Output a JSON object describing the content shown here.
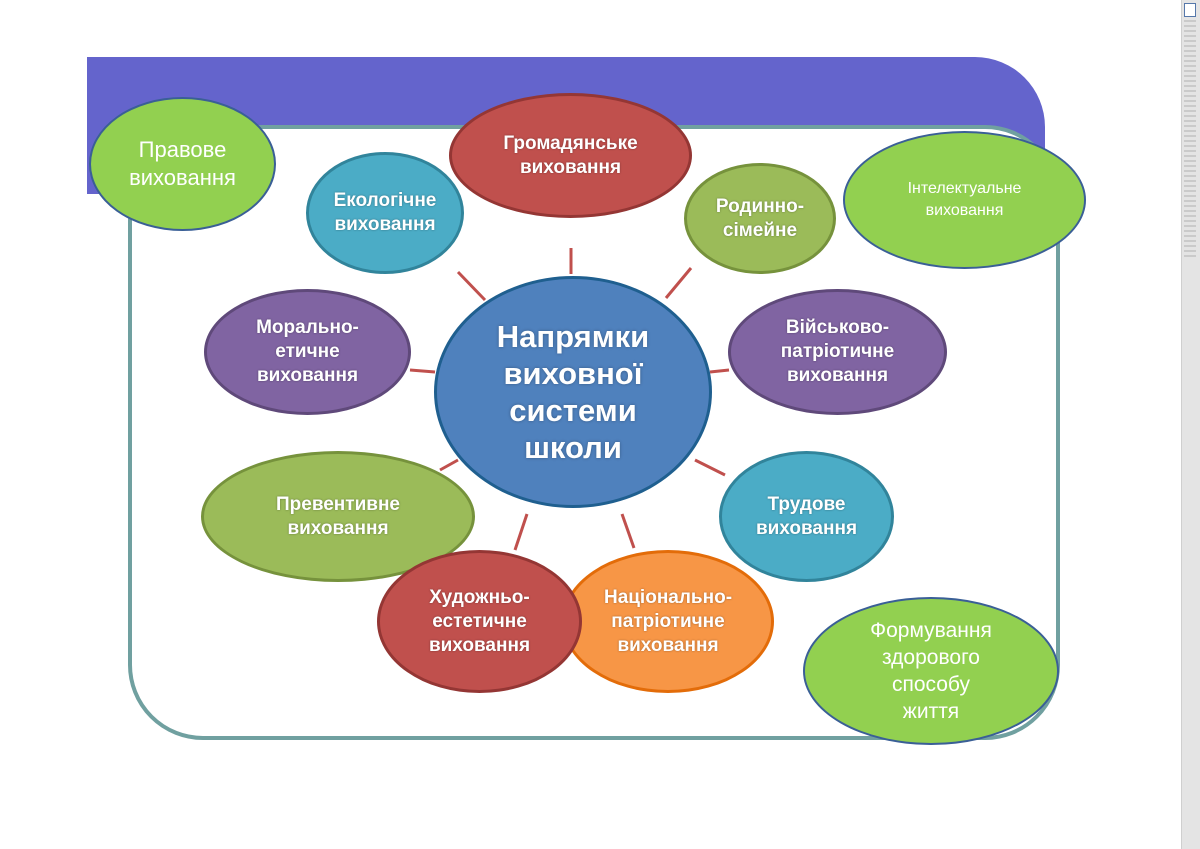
{
  "diagram": {
    "center": {
      "label": "Напрямки\nвиховної\nсистеми\nшколи",
      "color": "#4f81bd"
    },
    "directions": [
      {
        "key": "civic",
        "label": "Громадянське\nвиховання",
        "color": "#c0504d"
      },
      {
        "key": "ecological",
        "label": "Екологічне\nвиховання",
        "color": "#4bacc6"
      },
      {
        "key": "family",
        "label": "Родинно-\nсімейне",
        "color": "#9bbb59"
      },
      {
        "key": "moral",
        "label": "Морально-\nетичне\nвиховання",
        "color": "#8064a2"
      },
      {
        "key": "military",
        "label": "Військово-\nпатріотичне\nвиховання",
        "color": "#8064a2"
      },
      {
        "key": "preventive",
        "label": "Превентивне\nвиховання",
        "color": "#9bbb59"
      },
      {
        "key": "labor",
        "label": "Трудове\nвиховання",
        "color": "#4bacc6"
      },
      {
        "key": "artistic",
        "label": "Художньо-\nестетичне\nвиховання",
        "color": "#c0504d"
      },
      {
        "key": "national",
        "label": "Національно-\nпатріотичне\nвиховання",
        "color": "#f79646"
      }
    ],
    "extras": [
      {
        "key": "legal",
        "label": "Правове\nвиховання",
        "color": "#92d050"
      },
      {
        "key": "intellectual",
        "label": "Інтелектуальне\nвиховання",
        "color": "#92d050"
      },
      {
        "key": "healthy",
        "label": "Формування\nздорового\nспособу\nжиття",
        "color": "#92d050"
      }
    ],
    "connector_color": "#c0504d",
    "banner_color": "#6464cc",
    "frame_color": "#70a0a0"
  }
}
